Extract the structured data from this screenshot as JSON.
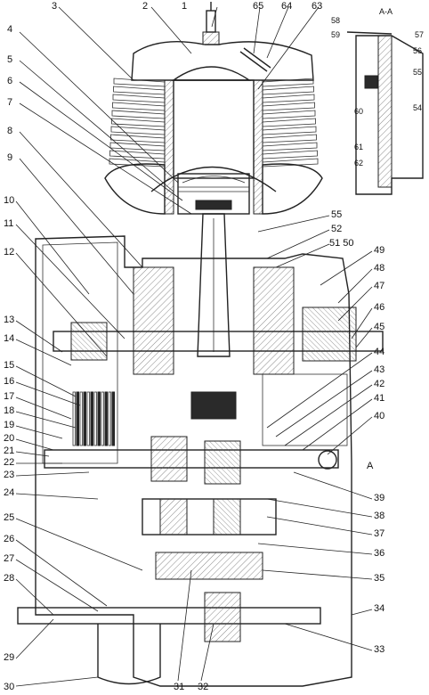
{
  "labels": {
    "left": [
      "4",
      "5",
      "6",
      "7",
      "8",
      "9",
      "10",
      "11",
      "12",
      "13",
      "14",
      "15",
      "16",
      "17",
      "18",
      "19",
      "20",
      "21",
      "22",
      "23",
      "24",
      "25",
      "26",
      "27",
      "28",
      "29",
      "30"
    ],
    "top": [
      "3",
      "2",
      "1",
      "65",
      "64",
      "63"
    ],
    "right": [
      "55",
      "52",
      "51 50",
      "49",
      "48",
      "47",
      "46",
      "45",
      "44",
      "43",
      "42",
      "41",
      "40",
      "39",
      "38",
      "37",
      "36",
      "35",
      "34",
      "33"
    ],
    "bottom": [
      "31",
      "32"
    ],
    "inset": [
      "58",
      "59",
      "57",
      "56",
      "55",
      "54",
      "60",
      "61",
      "62"
    ],
    "section_mark": "A-A",
    "arrow_mark": "A"
  }
}
